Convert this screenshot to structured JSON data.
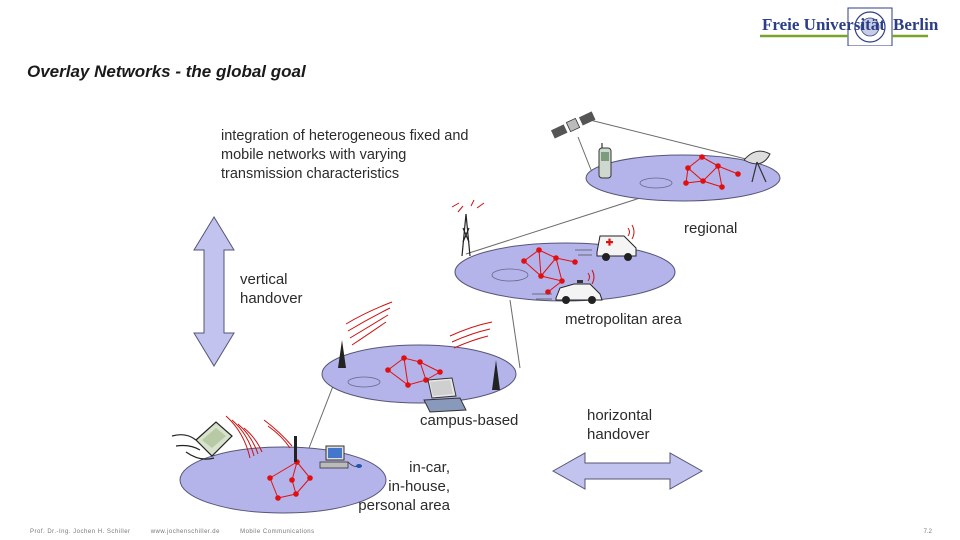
{
  "header": {
    "title": "Overlay Networks - the global goal",
    "logo_left": "Freie Universität",
    "logo_right": "Berlin"
  },
  "text": {
    "intro": "integration of heterogeneous fixed and\nmobile networks with varying\ntransmission characteristics",
    "regional": "regional",
    "vertical_handover": "vertical\nhandover",
    "metropolitan": "metropolitan area",
    "horizontal_handover": "horizontal\nhandover",
    "campus": "campus-based",
    "incar": "in-car,\nin-house,\npersonal area"
  },
  "footer": {
    "author": "Prof. Dr.-Ing. Jochen H. Schiller",
    "url": "www.jochenschiller.de",
    "course": "Mobile Communications",
    "page": "7.2"
  },
  "colors": {
    "ellipse_fill": "#b4b4eb",
    "ellipse_stroke": "#555577",
    "node_red": "#e01010",
    "wave_red": "#cc1111",
    "arrow_fill": "#c3c3ef",
    "logo_blue": "#2c3f86",
    "logo_green": "#7aa32b"
  }
}
